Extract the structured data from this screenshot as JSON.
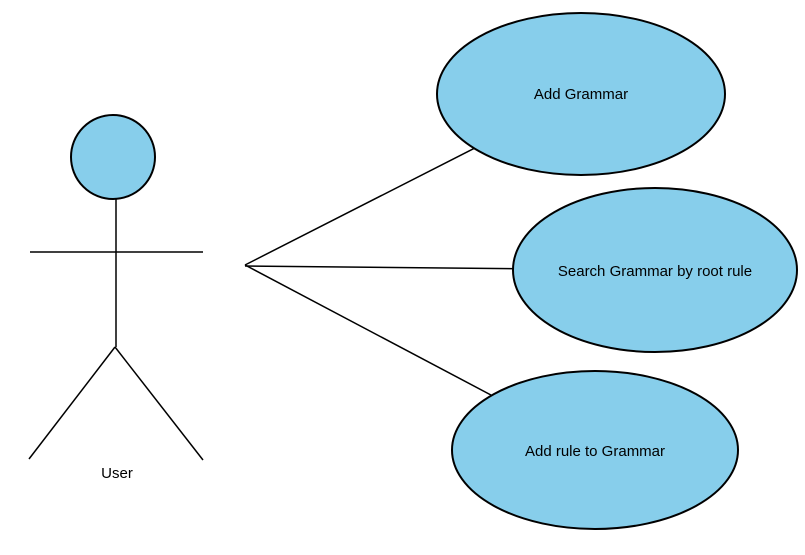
{
  "diagram": {
    "kind": "use-case-diagram",
    "background_color": "#ffffff",
    "colors": {
      "shape_fill": "#87CEEB",
      "shape_stroke": "#000000",
      "line_color": "#000000",
      "text_color": "#000000"
    },
    "actor": {
      "label": "User"
    },
    "use_cases": [
      {
        "label": "Add Grammar"
      },
      {
        "label": "Search Grammar by root rule"
      },
      {
        "label": "Add rule to Grammar"
      }
    ],
    "associations": [
      {
        "from": "User",
        "to": "Add Grammar"
      },
      {
        "from": "User",
        "to": "Search Grammar by root rule"
      },
      {
        "from": "User",
        "to": "Add rule to Grammar"
      }
    ]
  }
}
